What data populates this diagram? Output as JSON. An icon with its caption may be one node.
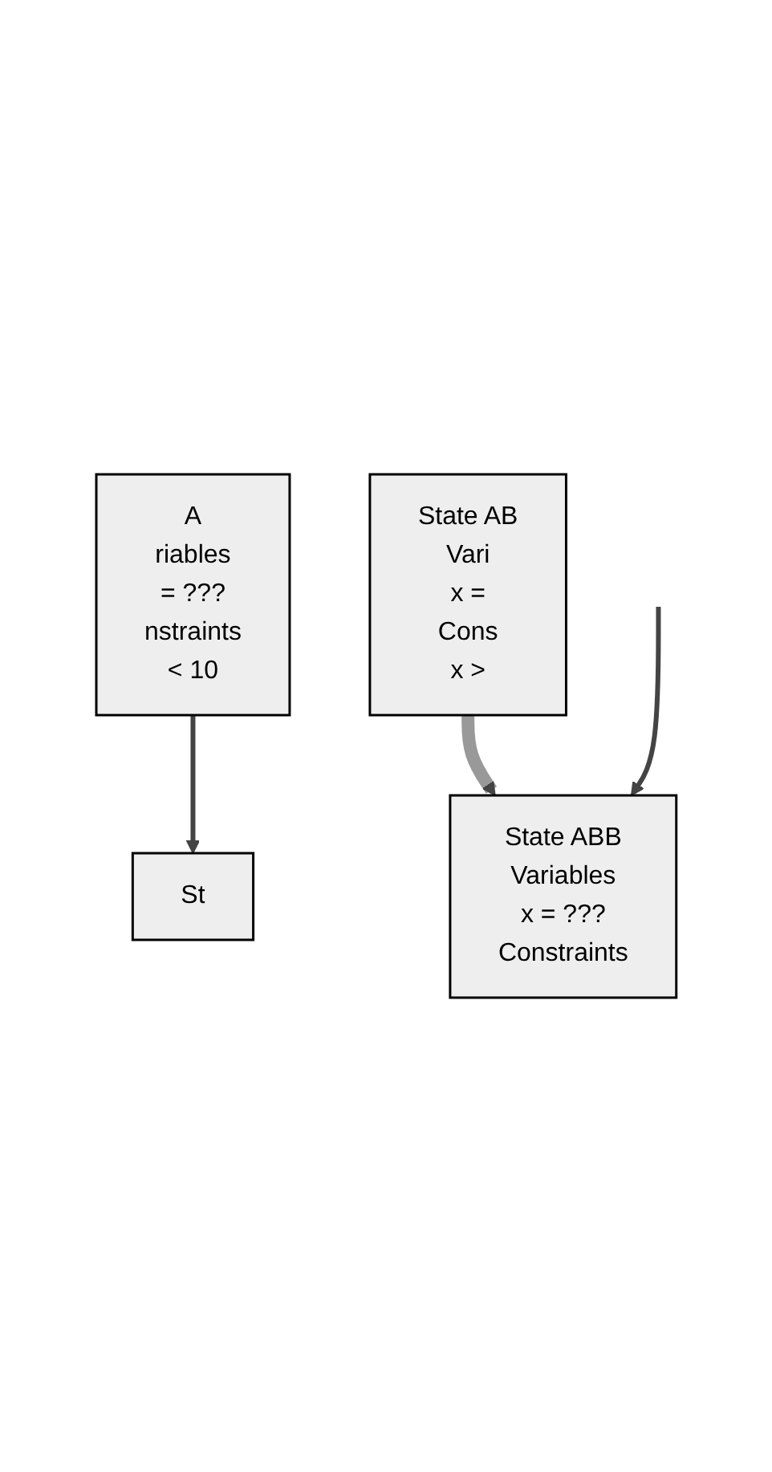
{
  "diagram": {
    "nodes": [
      {
        "text": [
          "A",
          "riables",
          "= ???",
          "nstraints",
          "< 10"
        ]
      },
      {
        "text": [
          "State AB",
          "Vari",
          "x =",
          "Cons",
          "x >"
        ]
      },
      {
        "text": [
          "State ABB",
          "Variables",
          "x = ???",
          "Constraints"
        ]
      },
      {
        "text": [
          "St"
        ]
      }
    ],
    "edges": [
      {
        "from": 1,
        "to": 2,
        "arrow": "to",
        "style": "thick",
        "color": "#999999"
      },
      {
        "from": 0,
        "to": 3,
        "arrow": "to"
      },
      {
        "from": null,
        "to": 2,
        "arrow": "to"
      }
    ]
  }
}
